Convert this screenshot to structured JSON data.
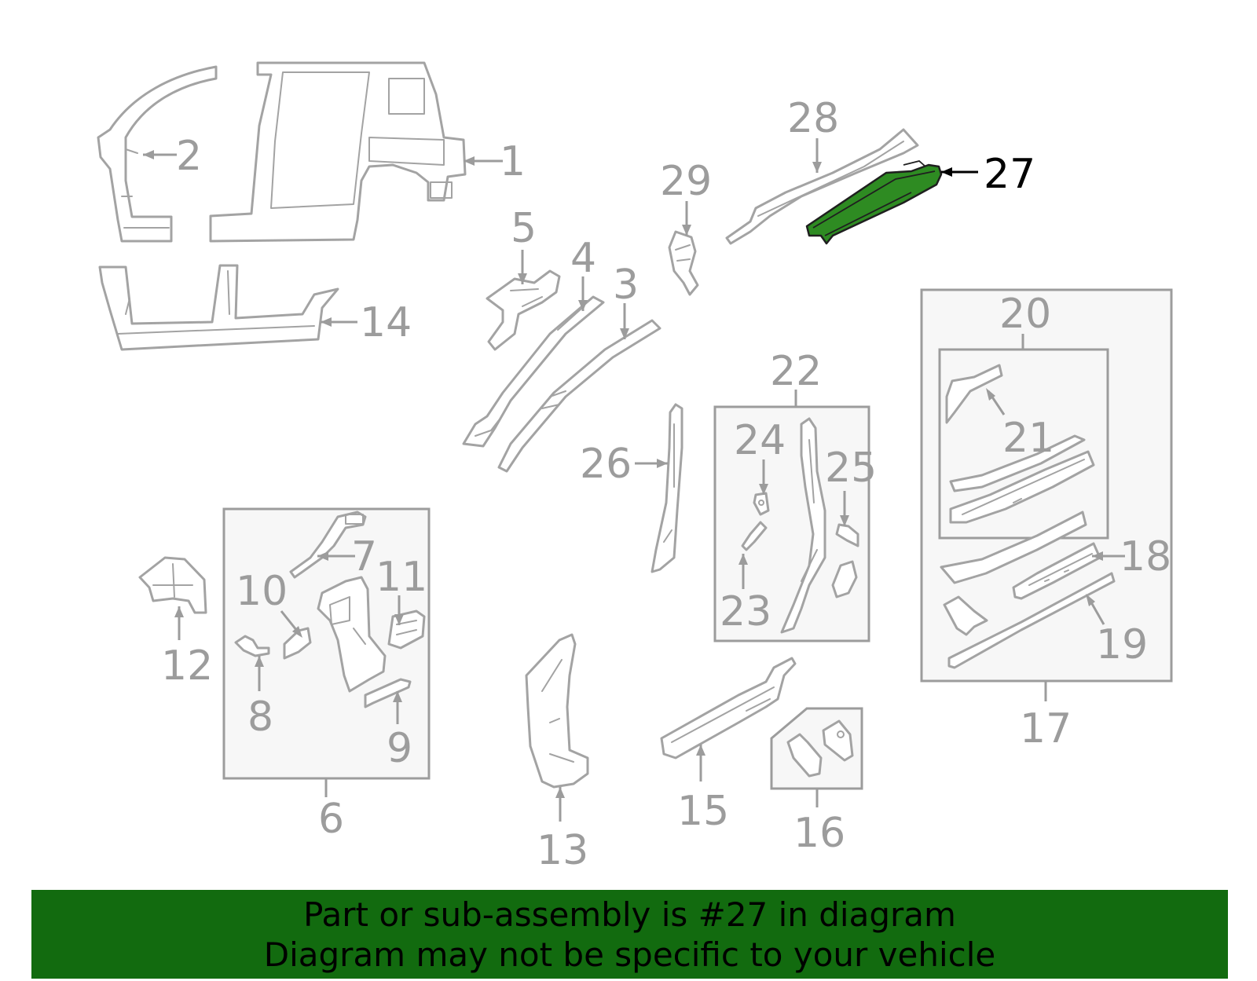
{
  "diagram": {
    "callouts": [
      "1",
      "2",
      "3",
      "4",
      "5",
      "6",
      "7",
      "8",
      "9",
      "10",
      "11",
      "12",
      "13",
      "14",
      "15",
      "16",
      "17",
      "18",
      "19",
      "20",
      "21",
      "22",
      "23",
      "24",
      "25",
      "26",
      "27",
      "28",
      "29"
    ],
    "highlighted_part": "27",
    "highlight_color": "#2e8b22",
    "part_stroke_color": "#a3a3a3"
  },
  "banner": {
    "background_color": "#126b0f",
    "line1": "Part or sub-assembly is #27 in diagram",
    "line2": "Diagram may not be specific to your vehicle"
  }
}
